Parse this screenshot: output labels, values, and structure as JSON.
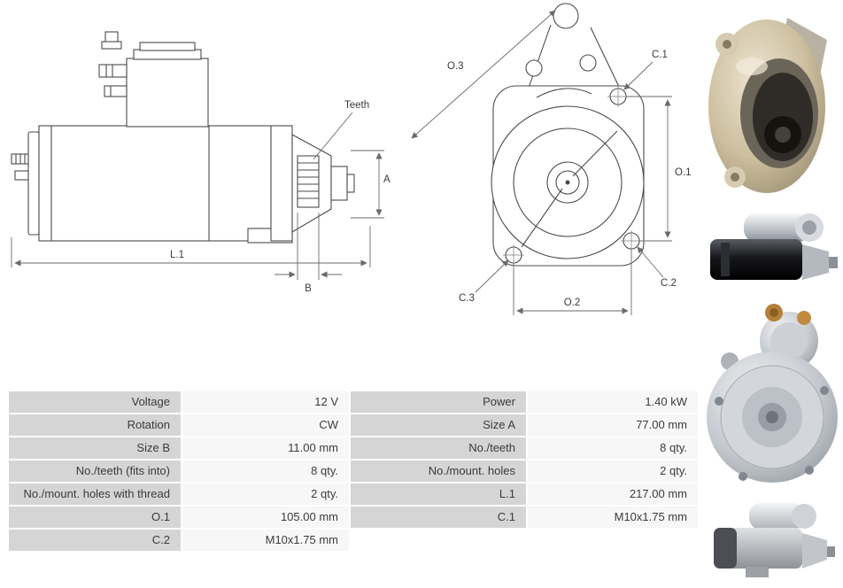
{
  "diagrams": {
    "side_view": {
      "labels": {
        "teeth": "Teeth",
        "a": "A",
        "l1": "L.1",
        "b": "B"
      }
    },
    "front_view": {
      "labels": {
        "o3": "O.3",
        "c1": "C.1",
        "o1": "O.1",
        "c3": "C.3",
        "o2": "O.2",
        "c2": "C.2"
      }
    }
  },
  "photos": [
    {
      "name": "starter-front-angle-photo"
    },
    {
      "name": "starter-side-black-photo"
    },
    {
      "name": "starter-rear-solenoid-photo"
    },
    {
      "name": "starter-side-silver-photo"
    }
  ],
  "spec_table": {
    "rows": [
      {
        "label_left": "Voltage",
        "value_left": "12 V",
        "label_right": "Power",
        "value_right": "1.40 kW"
      },
      {
        "label_left": "Rotation",
        "value_left": "CW",
        "label_right": "Size A",
        "value_right": "77.00 mm"
      },
      {
        "label_left": "Size B",
        "value_left": "11.00 mm",
        "label_right": "No./teeth",
        "value_right": "8 qty."
      },
      {
        "label_left": "No./teeth (fits into)",
        "value_left": "8 qty.",
        "label_right": "No./mount. holes",
        "value_right": "2 qty."
      },
      {
        "label_left": "No./mount. holes with thread",
        "value_left": "2 qty.",
        "label_right": "L.1",
        "value_right": "217.00 mm"
      },
      {
        "label_left": "O.1",
        "value_left": "105.00 mm",
        "label_right": "C.1",
        "value_right": "M10x1.75 mm"
      },
      {
        "label_left": "C.2",
        "value_left": "M10x1.75 mm",
        "label_right": "",
        "value_right": ""
      }
    ]
  },
  "colors": {
    "table_label_bg": "#d5d5d5",
    "table_value_bg": "#f7f7f7",
    "drawing_line": "#4b4b4b",
    "text": "#3b3b3b"
  }
}
